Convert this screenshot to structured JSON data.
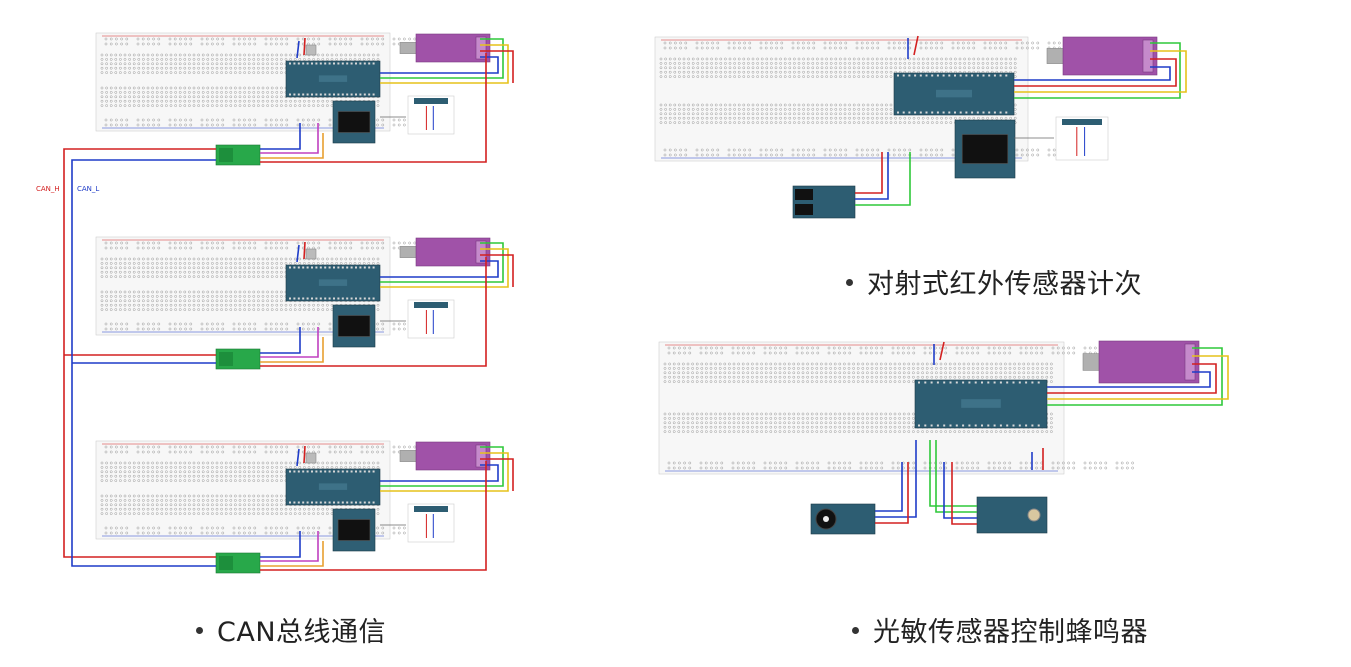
{
  "captions": {
    "can": "CAN总线通信",
    "ir": "对射式红外传感器计次",
    "light": "光敏传感器控制蜂鸣器"
  },
  "net_labels": {
    "can_h": "CAN_H",
    "can_l": "CAN_L"
  },
  "colors": {
    "red": "#d32020",
    "blue": "#1f3cc8",
    "green": "#2fc83a",
    "yellow": "#e6c21a",
    "orange": "#e8a030",
    "magenta": "#c040c0",
    "module_purple": "#a052a8",
    "mcu_board": "#2d5d72",
    "can_module": "#28a84a",
    "breadboard": "#f7f7f7"
  }
}
